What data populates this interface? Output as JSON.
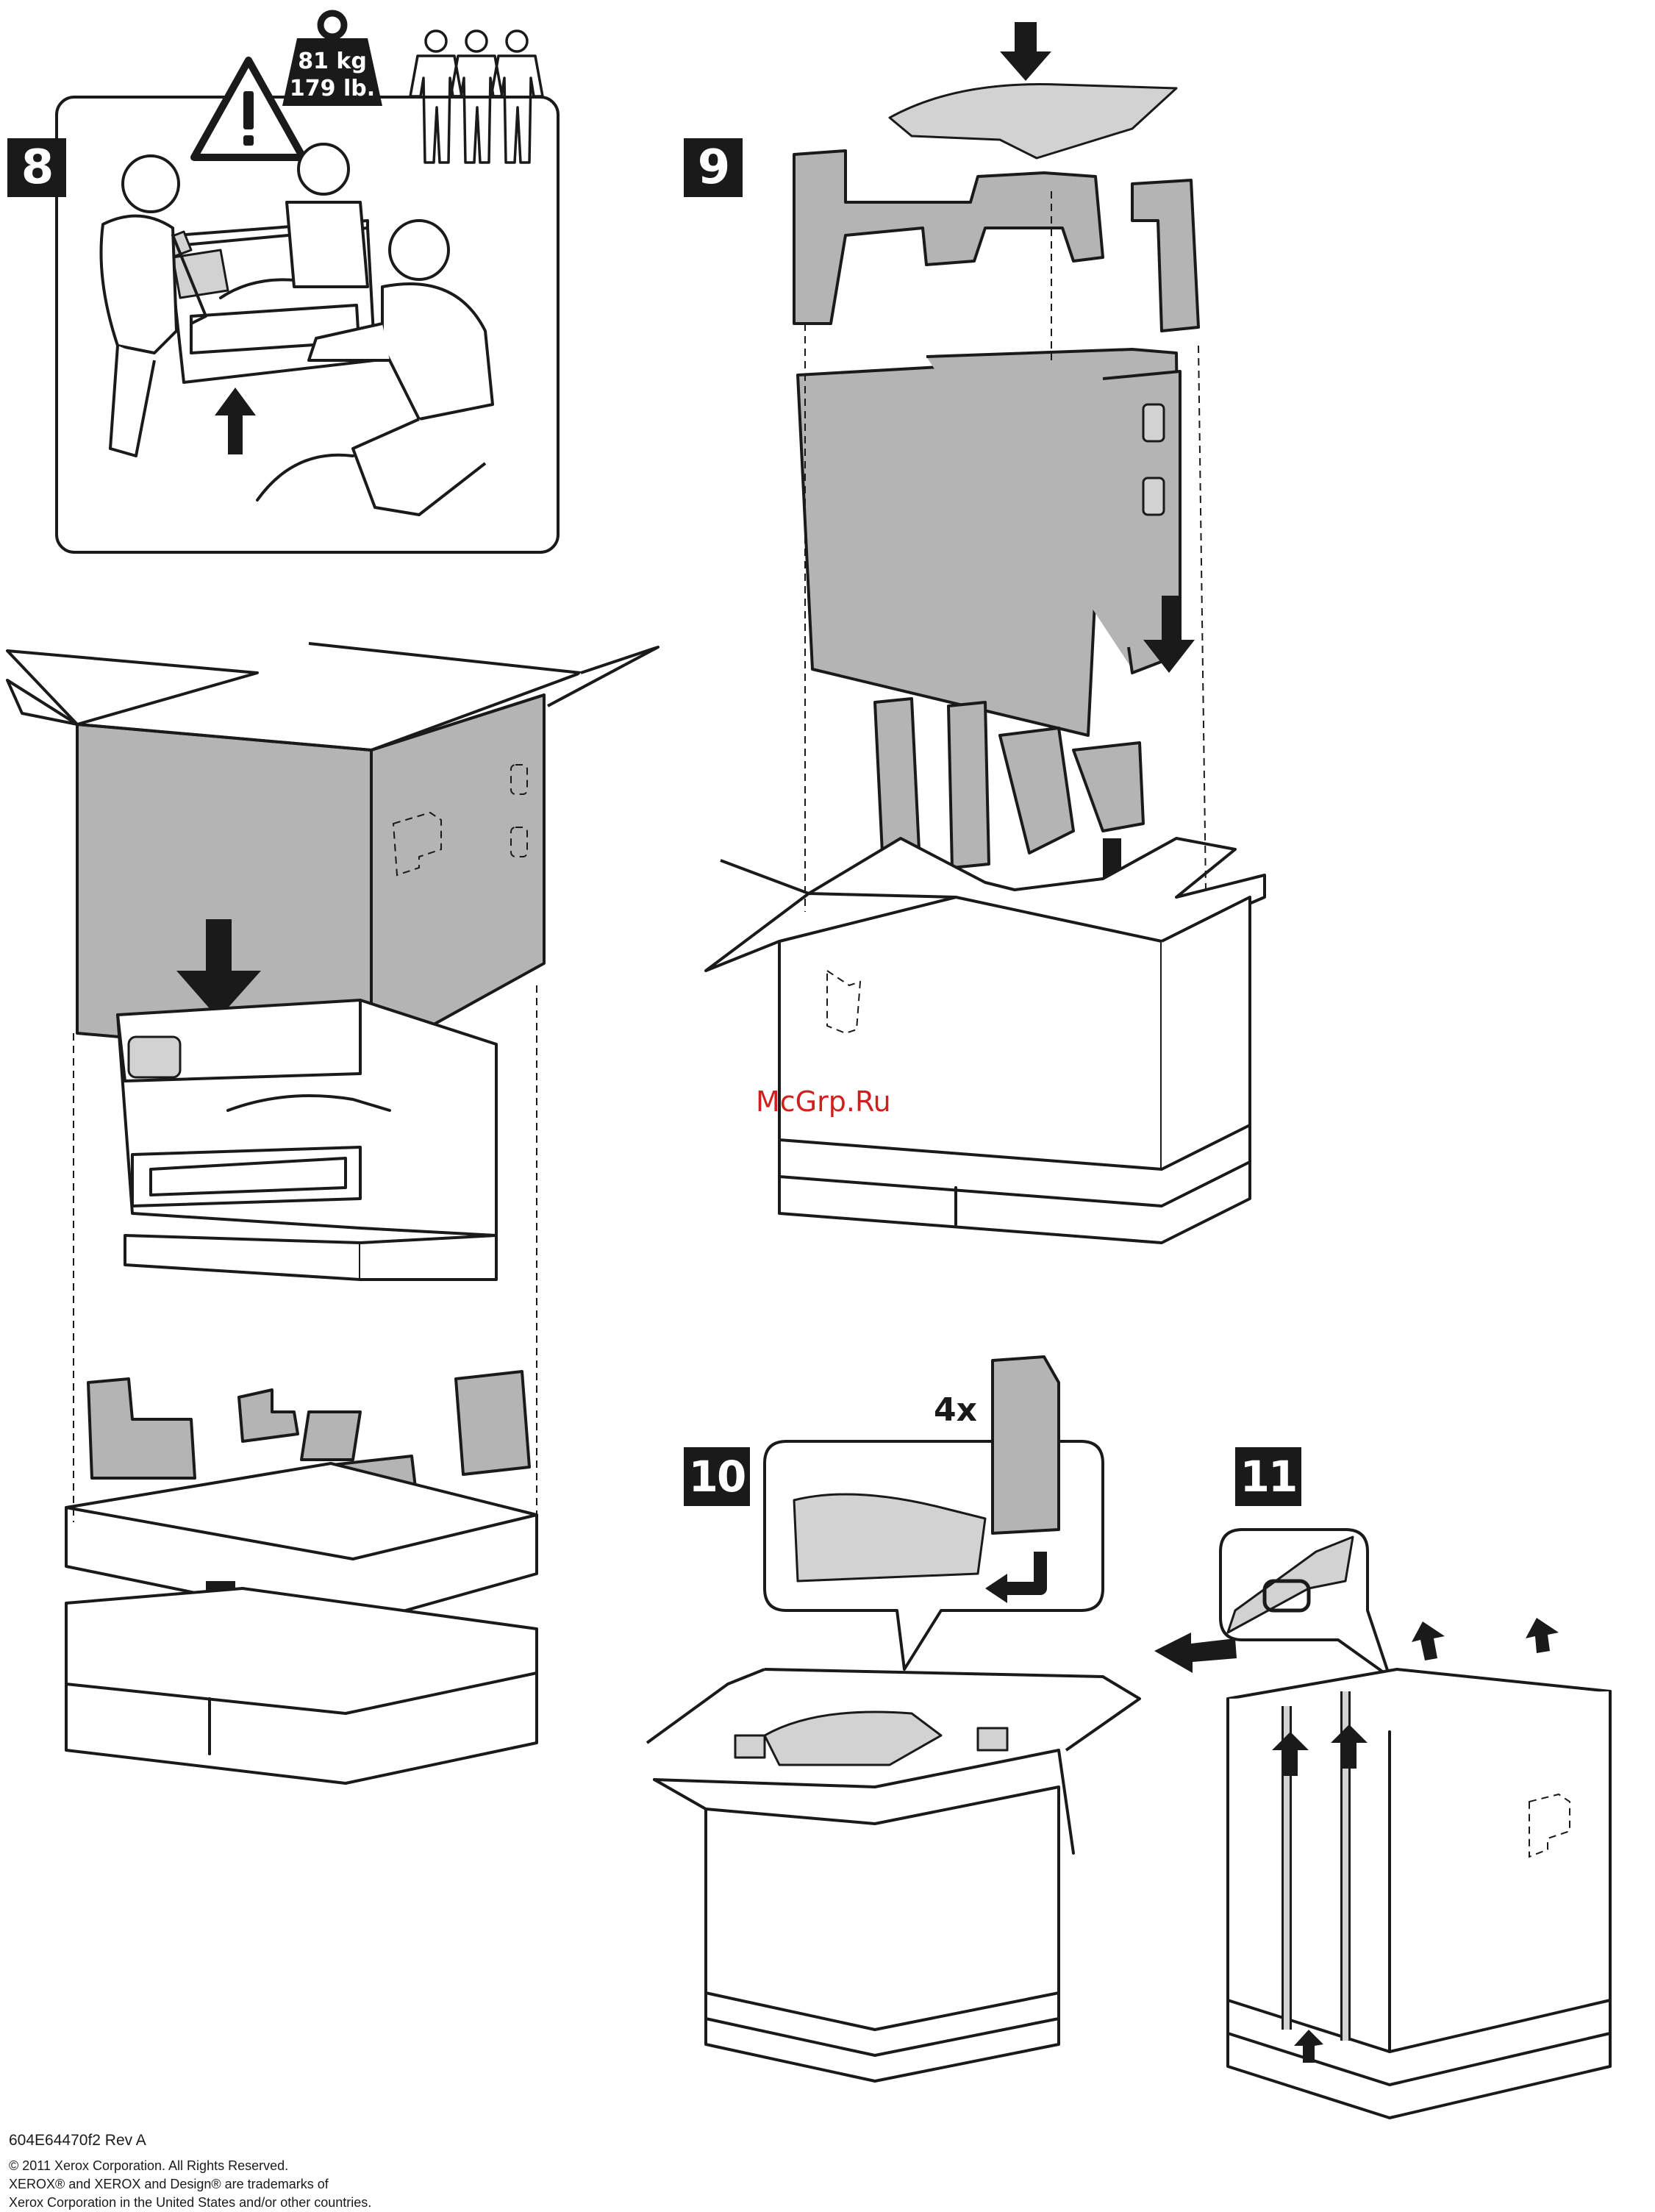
{
  "steps": [
    {
      "number": "8"
    },
    {
      "number": "9"
    },
    {
      "number": "10"
    },
    {
      "number": "11"
    }
  ],
  "warning": {
    "weight_kg": "81 kg",
    "weight_lb": "179 lb.",
    "people_count": 3
  },
  "step10": {
    "quantity_label": "4x"
  },
  "watermark": "McGrp.Ru",
  "footer": {
    "doc_code": "604E64470f2 Rev A",
    "copyright": "© 2011 Xerox Corporation. All Rights Reserved.",
    "trademark_line1": "XEROX® and XEROX and Design® are trademarks of",
    "trademark_line2": "Xerox Corporation in the United States and/or other countries."
  },
  "colors": {
    "ink": "#1a1a1a",
    "fill_grey": "#b4b4b4",
    "watermark": "#d21e1e"
  },
  "icons": [
    "warning-triangle-icon",
    "weight-icon",
    "people-icon",
    "arrow-down-icon",
    "arrow-up-icon",
    "strap-buckle-icon"
  ]
}
